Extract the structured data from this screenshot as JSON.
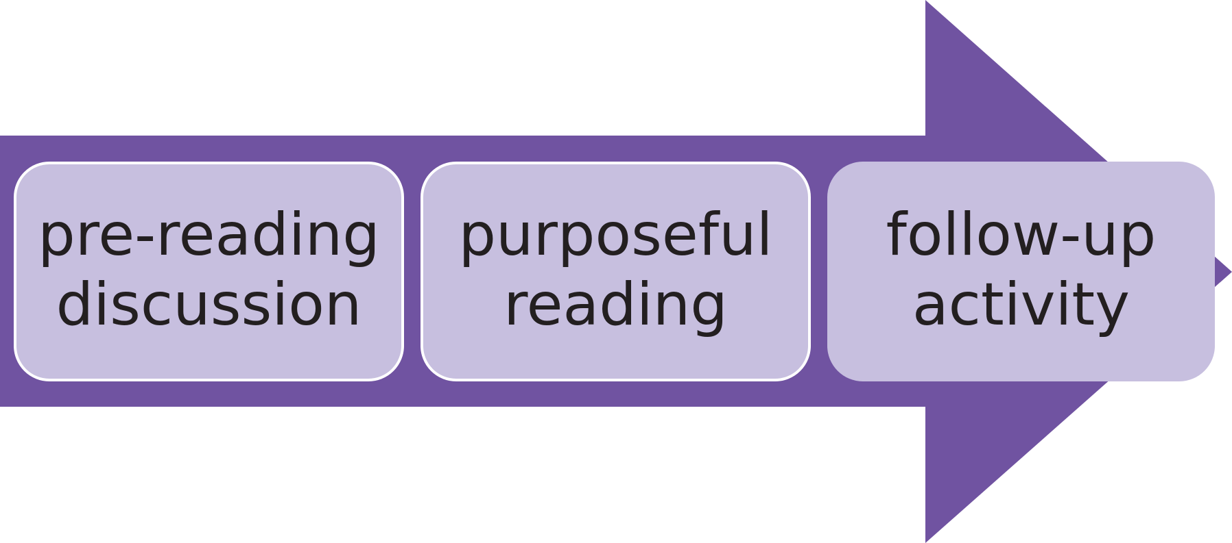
{
  "colors": {
    "arrow": "#7053a1",
    "box_fill": "#c7bfdf",
    "box_border": "#ffffff",
    "text": "#231f20"
  },
  "steps": [
    {
      "line1": "pre-reading",
      "line2": "discussion"
    },
    {
      "line1": "purposeful",
      "line2": "reading"
    },
    {
      "line1": "follow-up",
      "line2": "activity"
    }
  ]
}
